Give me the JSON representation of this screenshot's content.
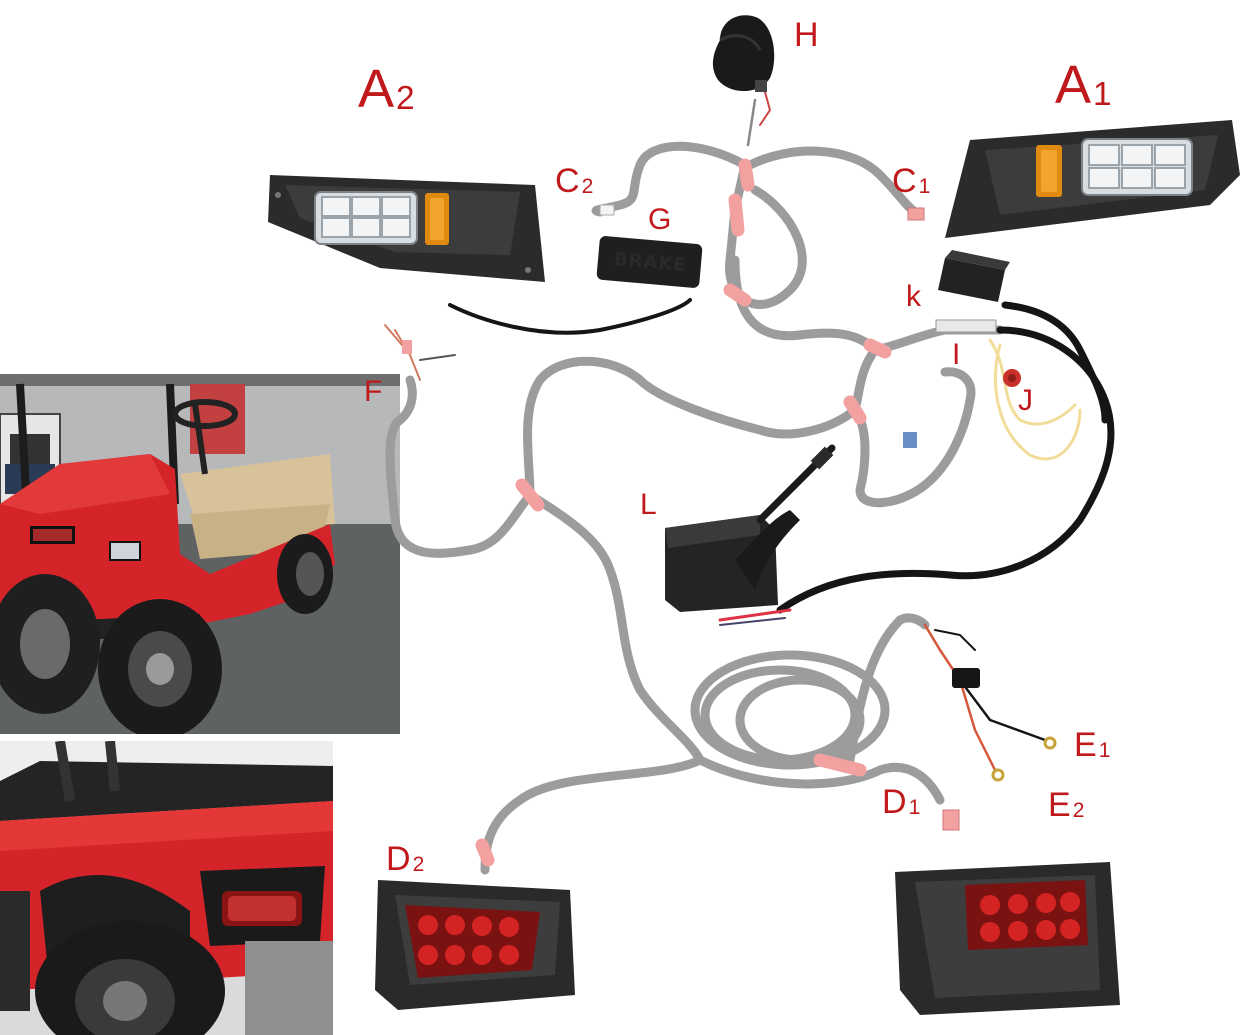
{
  "labels": {
    "a1": {
      "main": "A",
      "sub": "1"
    },
    "a2": {
      "main": "A",
      "sub": "2"
    },
    "c1": {
      "main": "C",
      "sub": "1"
    },
    "c2": {
      "main": "C",
      "sub": "2"
    },
    "d1": {
      "main": "D",
      "sub": "1"
    },
    "d2": {
      "main": "D",
      "sub": "2"
    },
    "e1": {
      "main": "E",
      "sub": "1"
    },
    "e2": {
      "main": "E",
      "sub": "2"
    },
    "f": "F",
    "g": "G",
    "h": "H",
    "i": "I",
    "j": "J",
    "k": "k",
    "l": "L"
  },
  "brake_switch_text": "BRAKE",
  "colors": {
    "label_red": "#c0191c",
    "harness_gray": "#9a9a9a",
    "black_wire": "#151515",
    "connector_pink": "#f2a0a0",
    "cart_red": "#d4242a",
    "amber": "#e08a10"
  },
  "icons": [
    "horn-icon",
    "headlight-icon",
    "taillight-icon",
    "brake-switch-icon",
    "turn-signal-switch-icon",
    "relay-icon",
    "fuse-holder-icon",
    "ring-terminal-icon",
    "flasher-icon"
  ]
}
